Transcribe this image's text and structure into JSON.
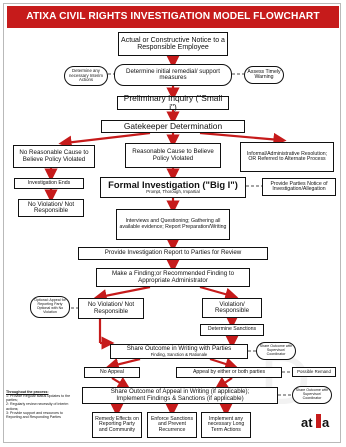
{
  "title": "ATIXA CIVIL RIGHTS INVESTIGATION MODEL FLOWCHART",
  "nodes": {
    "notice": "Actual or Constructive Notice to a Responsible Employee",
    "interim": "Determine any necessary Interim Actions",
    "remedial": "Determine initial remedial/ support measures",
    "timely": "Assess Timely Warning",
    "small_i": "Preliminary Inquiry (\"Small i\")",
    "gatekeeper": "Gatekeeper Determination",
    "no_cause": "No Reasonable Cause to Believe Policy Violated",
    "cause": "Reasonable Cause to Believe Policy Violated",
    "informal": "Informal/Administrative Resolution; OR Referred to Alternate Process",
    "inv_ends": "Investigation Ends",
    "big_i_title": "Formal Investigation (\"Big I\")",
    "big_i_sub": "Prompt, Thorough, Impartial",
    "notice_parties": "Provide Parties Notice of Investigation/Allegation",
    "no_violation": "No Violation/ Not Responsible",
    "interviews": "Interviews and Questioning; Gathering all available evidence; Report Preparation/Writing",
    "provide_report": "Provide Investigation Report to Parties for Review",
    "finding": "Make a Finding;or Recommended Finding to Appropriate Administrator",
    "appeal_opt": "Optional: Appeal for Reporting Party Optional with No Violation",
    "no_violation2": "No Violation/ Not Responsible",
    "violation": "Violation/ Responsible",
    "sanctions": "Determine Sanctions",
    "share_title": "Share Outcome in Writing with Parties",
    "share_sub": "Finding, Sanction & Rationale",
    "share_sup1": "Share Outcome with Supervisor/ Coordinator",
    "no_appeal": "No Appeal",
    "appeal_either": "Appeal by either or both parties",
    "remand": "Possible Remand",
    "share_appeal_title": "Share Outcome of Appeal in Writing (if applicable);",
    "share_appeal_sub": "Implement Findings & Sanctions (if applicable)",
    "share_sup2": "Share Outcome with Supervisor/ Coordinator",
    "remedy": "Remedy Effects on Reporting Party and Community",
    "enforce": "Enforce Sanctions and Prevent Recurrence",
    "implement": "Implement any necessary Long Term Actions"
  },
  "sidenote": {
    "heading": "Throughout the process:",
    "items": [
      "1: Provide Regular status updates to the parties;",
      "2: Regularly review necessity of interim actions;",
      "3: Provide support and resources to Reporting and Responding Parties"
    ]
  },
  "logo_text": "atixa",
  "colors": {
    "accent": "#c61b1b",
    "stroke": "#111111"
  }
}
